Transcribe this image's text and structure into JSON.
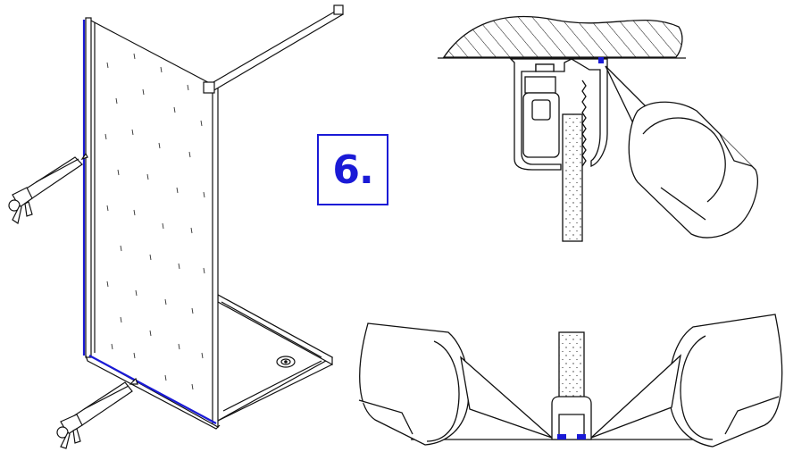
{
  "step": {
    "label": "6."
  },
  "colors": {
    "line": "#111111",
    "sealant": "#1a1ad6",
    "step_accent": "#1a1ad6"
  },
  "illustrations": [
    {
      "name": "shower-panel-isometric",
      "icons": [
        "caulking-gun-icon",
        "caulking-gun-icon"
      ]
    },
    {
      "name": "wall-profile-cross-section",
      "icons": [
        "sealant-nozzle-icon"
      ]
    },
    {
      "name": "floor-profile-cross-section",
      "icons": [
        "sealant-nozzle-icon",
        "sealant-nozzle-icon"
      ]
    }
  ]
}
